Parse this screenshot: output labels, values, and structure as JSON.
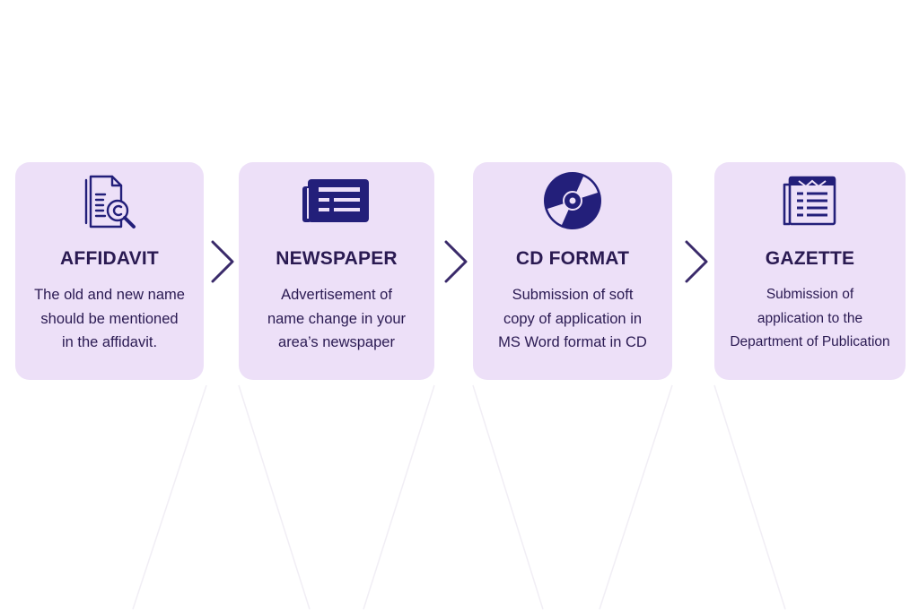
{
  "colors": {
    "card_background": "#ede0f8",
    "text": "#2a1a52",
    "icon": "#231f7a",
    "arrow": "#3a2a6a"
  },
  "steps": [
    {
      "icon": "affidavit-document-icon",
      "title": "AFFIDAVIT",
      "lines": [
        "The old and new name",
        "should be mentioned",
        "in the affidavit."
      ]
    },
    {
      "icon": "newspaper-icon",
      "title": "NEWSPAPER",
      "lines": [
        "Advertisement of",
        "name change in your",
        "area’s newspaper"
      ]
    },
    {
      "icon": "cd-disc-icon",
      "title": "CD FORMAT",
      "lines": [
        "Submission of soft",
        "copy of application in",
        "MS Word format in CD"
      ]
    },
    {
      "icon": "gazette-icon",
      "title": "GAZETTE",
      "lines": [
        "Submission of",
        "application to the",
        "Department of Publication"
      ]
    }
  ],
  "connectors": [
    "chevron-right-icon",
    "chevron-right-icon",
    "chevron-right-icon"
  ]
}
